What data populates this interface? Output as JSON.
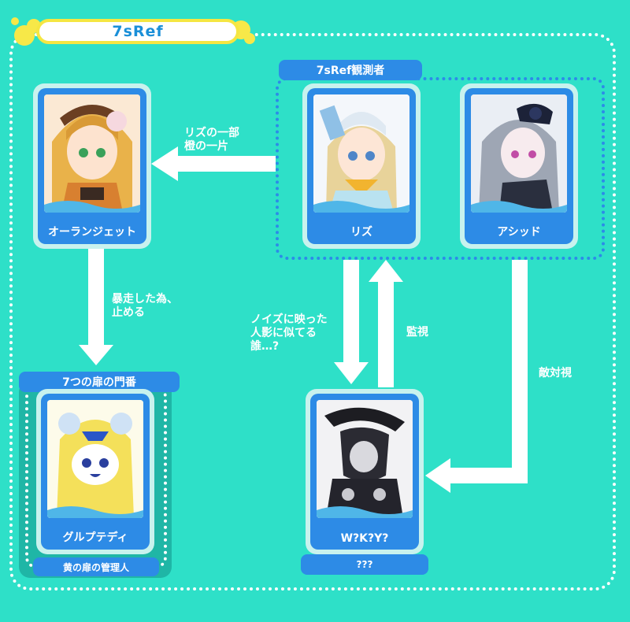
{
  "title": "7sRef",
  "observer_group": {
    "label": "7sRef観測者"
  },
  "gatekeeper_group": {
    "label": "7つの扉の門番",
    "sub_label": "黄の扉の管理人"
  },
  "cards": {
    "orange": {
      "name": "オーランジェット"
    },
    "liz": {
      "name": "リズ"
    },
    "acid": {
      "name": "アシッド"
    },
    "gulp": {
      "name": "グルプテディ"
    },
    "wkky": {
      "name": "W?K?Y?",
      "sub_label": "???"
    }
  },
  "arrows": {
    "liz_to_orange": "リズの一部\n橙の一片",
    "orange_to_gulp": "暴走した為、\n止める",
    "liz_to_wkky": "ノイズに映った\n人影に似てる\n誰…?",
    "wkky_to_liz": "監視",
    "acid_to_wkky": "敵対視"
  },
  "colors": {
    "background": "#2ee0c8",
    "accent_blue": "#2d8be6",
    "title_border": "#f5e642"
  }
}
